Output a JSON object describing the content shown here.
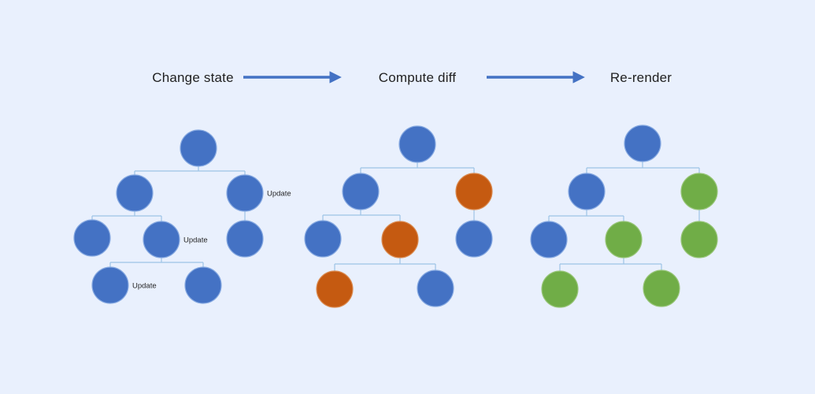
{
  "colors": {
    "background": "#e9f0fd",
    "node_default": "#4472c4",
    "node_default_stroke": "#86a9e1",
    "node_changed": "#c55a11",
    "node_changed_stroke": "#da8a50",
    "node_rerendered": "#70ad47",
    "node_rerendered_stroke": "#97c578",
    "connector": "#9dc3e6",
    "arrow": "#4472c4",
    "heading_text": "#1f1f1f",
    "label_text": "#262626"
  },
  "steps": [
    {
      "id": "change-state",
      "label": "Change state"
    },
    {
      "id": "compute-diff",
      "label": "Compute diff"
    },
    {
      "id": "re-render",
      "label": "Re-render"
    }
  ],
  "trees": [
    {
      "name": "change-state-tree",
      "nodes": [
        {
          "id": "root",
          "state": "default",
          "label": ""
        },
        {
          "id": "l",
          "state": "default",
          "label": ""
        },
        {
          "id": "r",
          "state": "default",
          "label": "Update"
        },
        {
          "id": "ll",
          "state": "default",
          "label": ""
        },
        {
          "id": "lm",
          "state": "default",
          "label": "Update"
        },
        {
          "id": "rl",
          "state": "default",
          "label": ""
        },
        {
          "id": "lml",
          "state": "default",
          "label": "Update"
        },
        {
          "id": "lmr",
          "state": "default",
          "label": ""
        }
      ],
      "edges": [
        [
          "root",
          "l"
        ],
        [
          "root",
          "r"
        ],
        [
          "l",
          "ll"
        ],
        [
          "l",
          "lm"
        ],
        [
          "r",
          "rl"
        ],
        [
          "lm",
          "lml"
        ],
        [
          "lm",
          "lmr"
        ]
      ]
    },
    {
      "name": "compute-diff-tree",
      "nodes": [
        {
          "id": "root",
          "state": "default",
          "label": ""
        },
        {
          "id": "l",
          "state": "default",
          "label": ""
        },
        {
          "id": "r",
          "state": "changed",
          "label": ""
        },
        {
          "id": "ll",
          "state": "default",
          "label": ""
        },
        {
          "id": "lm",
          "state": "changed",
          "label": ""
        },
        {
          "id": "rl",
          "state": "default",
          "label": ""
        },
        {
          "id": "lml",
          "state": "changed",
          "label": ""
        },
        {
          "id": "lmr",
          "state": "default",
          "label": ""
        }
      ],
      "edges": [
        [
          "root",
          "l"
        ],
        [
          "root",
          "r"
        ],
        [
          "l",
          "ll"
        ],
        [
          "l",
          "lm"
        ],
        [
          "r",
          "rl"
        ],
        [
          "lm",
          "lml"
        ],
        [
          "lm",
          "lmr"
        ]
      ]
    },
    {
      "name": "re-render-tree",
      "nodes": [
        {
          "id": "root",
          "state": "default",
          "label": ""
        },
        {
          "id": "l",
          "state": "default",
          "label": ""
        },
        {
          "id": "r",
          "state": "rerendered",
          "label": ""
        },
        {
          "id": "ll",
          "state": "default",
          "label": ""
        },
        {
          "id": "lm",
          "state": "rerendered",
          "label": ""
        },
        {
          "id": "rl",
          "state": "rerendered",
          "label": ""
        },
        {
          "id": "lml",
          "state": "rerendered",
          "label": ""
        },
        {
          "id": "lmr",
          "state": "rerendered",
          "label": ""
        }
      ],
      "edges": [
        [
          "root",
          "l"
        ],
        [
          "root",
          "r"
        ],
        [
          "l",
          "ll"
        ],
        [
          "l",
          "lm"
        ],
        [
          "r",
          "rl"
        ],
        [
          "lm",
          "lml"
        ],
        [
          "lm",
          "lmr"
        ]
      ]
    }
  ]
}
